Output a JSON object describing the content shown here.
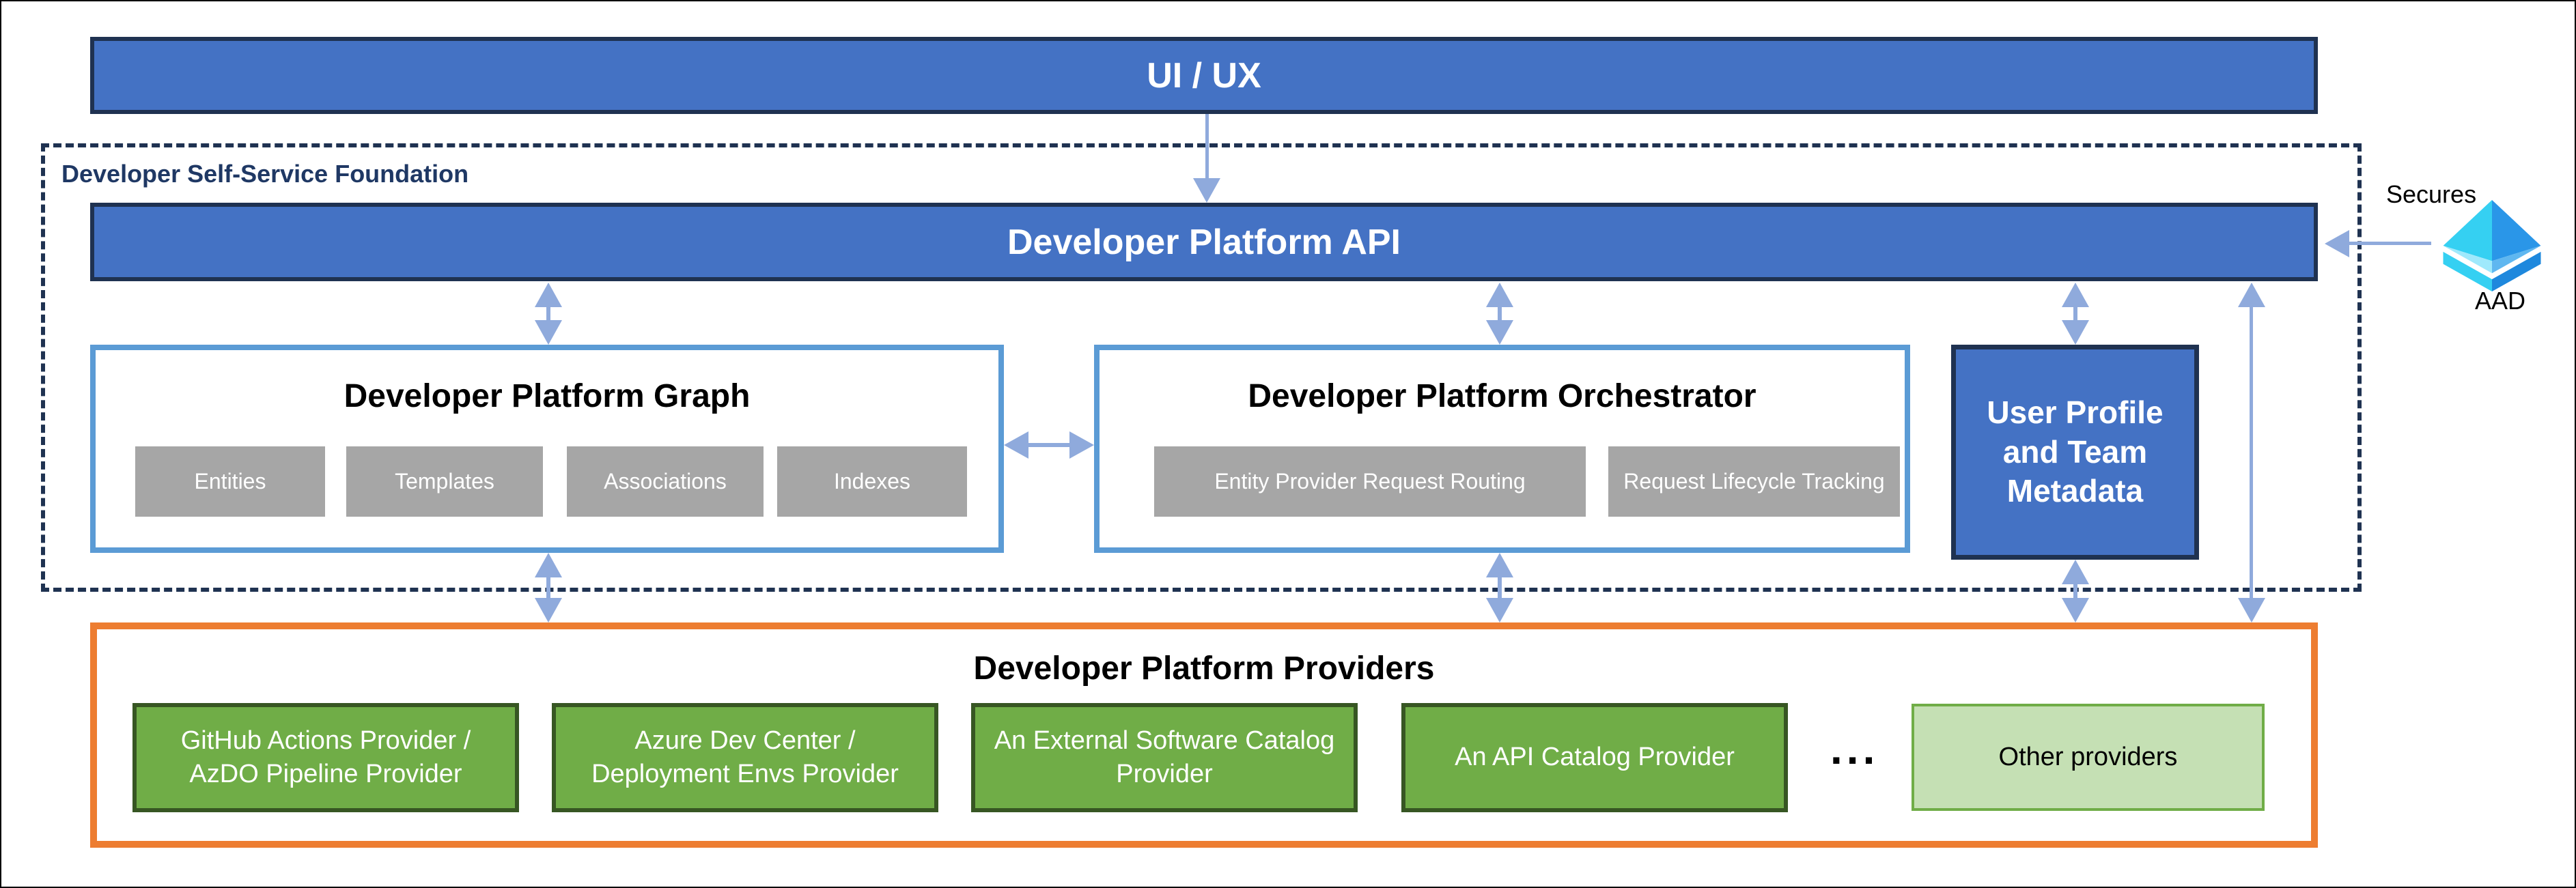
{
  "ui_ux_bar": {
    "label": "UI / UX"
  },
  "foundation": {
    "label": "Developer Self-Service Foundation"
  },
  "api_bar": {
    "label": "Developer Platform API"
  },
  "graph": {
    "title": "Developer Platform Graph",
    "chips": [
      "Entities",
      "Templates",
      "Associations",
      "Indexes"
    ]
  },
  "orchestrator": {
    "title": "Developer Platform Orchestrator",
    "chips": [
      "Entity Provider Request Routing",
      "Request Lifecycle Tracking"
    ]
  },
  "user_profile": {
    "label": "User Profile and Team Metadata"
  },
  "providers": {
    "title": "Developer Platform Providers",
    "items": [
      "GitHub Actions Provider / AzDO Pipeline Provider",
      "Azure Dev Center / Deployment Envs Provider",
      "An External Software Catalog Provider",
      "An API Catalog Provider"
    ],
    "ellipsis": "...",
    "other_label": "Other providers"
  },
  "aad": {
    "secures_label": "Secures",
    "label": "AAD"
  },
  "colors": {
    "bar_blue": "#4472C4",
    "bar_border": "#1F3251",
    "box_border_blue": "#5B9BD5",
    "chip_gray": "#A6A6A6",
    "provider_green": "#70AD47",
    "provider_green_border": "#375623",
    "other_green": "#C5E0B4",
    "providers_orange": "#ED7D31",
    "arrow_blue": "#8FAADC",
    "navy_text": "#1F3864"
  }
}
